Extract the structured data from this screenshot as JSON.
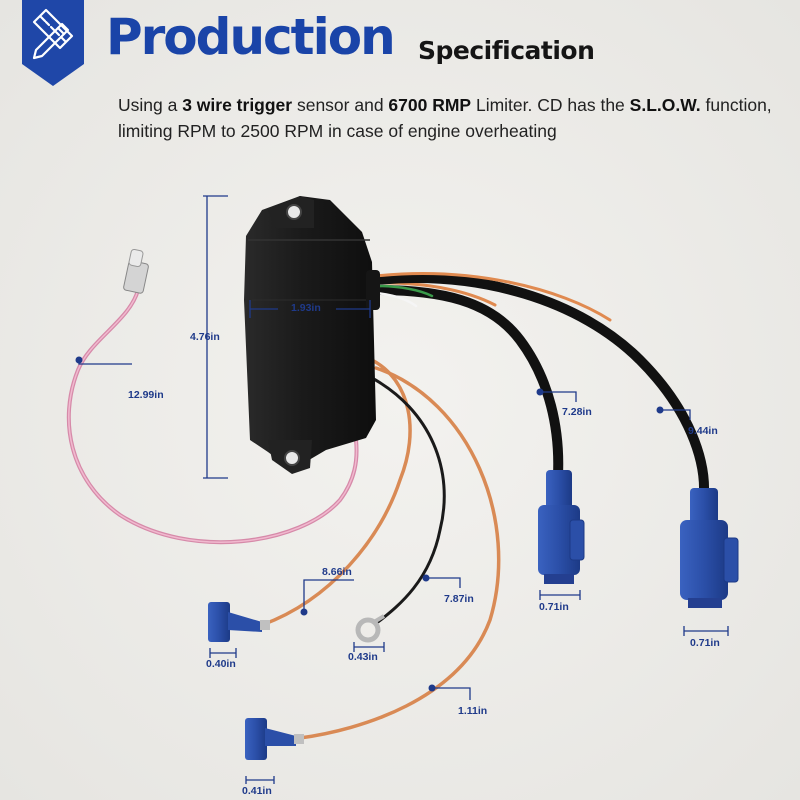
{
  "header": {
    "title": "Production",
    "subtitle": "Specification",
    "desc": {
      "t1": "Using a ",
      "b1": "3 wire trigger",
      "t2": " sensor and ",
      "b2": "6700 RMP",
      "t3": " Limiter. CD has the ",
      "b3": "S.L.O.W.",
      "t4": " function, limiting RPM to 2500 RPM in case of engine overheating"
    }
  },
  "dimensions": {
    "height": "4.76in",
    "width": "1.93in",
    "pink_wire": "12.99in",
    "harness_short": "7.28in",
    "harness_long": "9.44in",
    "plug_small": "0.71in",
    "plug_large": "0.71in",
    "orange_wire_short": "8.66in",
    "black_wire": "7.87in",
    "orange_wire_long": "1.11in",
    "terminal_top": "0.40in",
    "ring_terminal": "0.43in",
    "terminal_bottom": "0.41in"
  },
  "colors": {
    "brand_blue": "#1a44a8",
    "dimension_blue": "#1f3a8a",
    "connector_blue": "#2b4fa8",
    "module_black": "#1c1c1c",
    "pink_wire": "#e59ab8",
    "orange_wire": "#d98a55"
  },
  "icons": {
    "banner": "pencil-ruler-icon"
  }
}
